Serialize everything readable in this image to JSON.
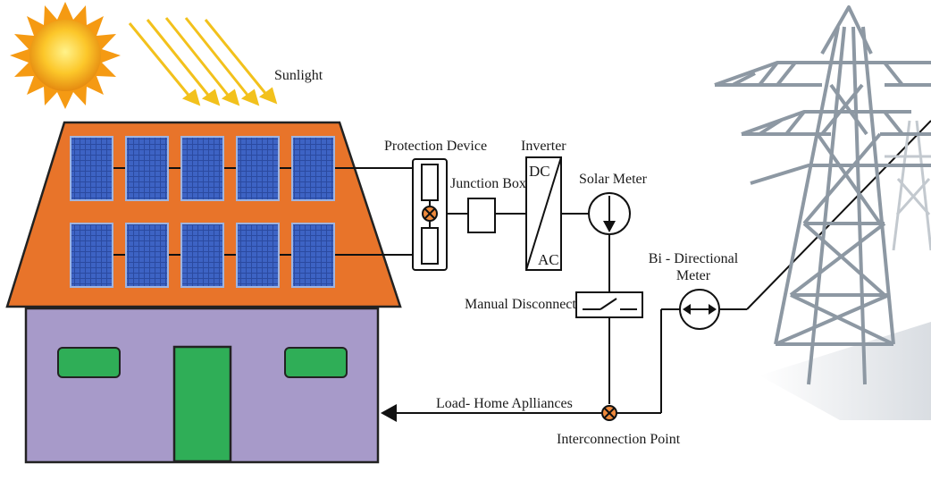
{
  "labels": {
    "sunlight": "Sunlight",
    "protection_device": "Protection Device",
    "junction_box": "Junction Box",
    "inverter": "Inverter",
    "dc": "DC",
    "ac": "AC",
    "solar_meter": "Solar Meter",
    "bi_directional_line1": "Bi - Directional",
    "bi_directional_line2": "Meter",
    "manual_disconnect": "Manual Disconnect",
    "load": "Load- Home Aplliances",
    "interconnection_point": "Interconnection Point"
  },
  "colors": {
    "roof": "#e8742a",
    "wall": "#a79ac9",
    "window": "#2fae57",
    "door": "#2fae57",
    "panel": "#2e4fa8",
    "sun": "#f6b21a",
    "rays": "#f0c419",
    "switch_fill": "#f08a3c",
    "tower": "#8d98a3"
  }
}
